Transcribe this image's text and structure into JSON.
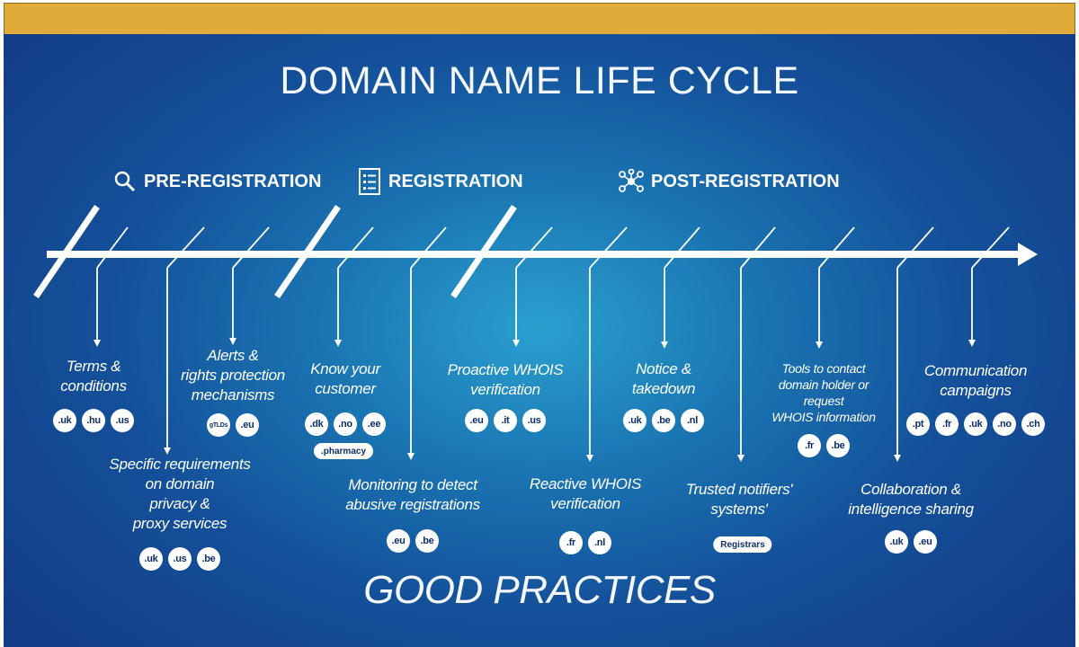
{
  "title": "DOMAIN NAME LIFE CYCLE",
  "footer": "GOOD PRACTICES",
  "phases": [
    {
      "label": "PRE-REGISTRATION",
      "icon": "magnifier-icon"
    },
    {
      "label": "REGISTRATION",
      "icon": "checklist-icon"
    },
    {
      "label": "POST-REGISTRATION",
      "icon": "network-icon"
    }
  ],
  "practices": [
    {
      "lines": [
        "Terms &",
        "conditions"
      ],
      "badges": [
        ".uk",
        ".hu",
        ".us"
      ]
    },
    {
      "lines": [
        "Specific requirements",
        "on domain",
        "privacy &",
        "proxy services"
      ],
      "badges": [
        ".uk",
        ".us",
        ".be"
      ]
    },
    {
      "lines": [
        "Alerts &",
        "rights protection",
        "mechanisms"
      ],
      "badges": [
        "gTLDs",
        ".eu"
      ]
    },
    {
      "lines": [
        "Know your",
        "customer"
      ],
      "badges": [
        ".dk",
        ".no",
        ".ee"
      ],
      "pill": ".pharmacy"
    },
    {
      "lines": [
        "Monitoring to detect",
        "abusive registrations"
      ],
      "badges": [
        ".eu",
        ".be"
      ]
    },
    {
      "lines": [
        "Proactive WHOIS",
        "verification"
      ],
      "badges": [
        ".eu",
        ".it",
        ".us"
      ]
    },
    {
      "lines": [
        "Reactive WHOIS",
        "verification"
      ],
      "badges": [
        ".fr",
        ".nl"
      ]
    },
    {
      "lines": [
        "Notice &",
        "takedown"
      ],
      "badges": [
        ".uk",
        ".be",
        ".nl"
      ]
    },
    {
      "lines": [
        "Trusted notifiers'",
        "systems'"
      ],
      "pill": "Registrars"
    },
    {
      "lines": [
        "Tools to contact",
        "domain holder or",
        "request",
        "WHOIS information"
      ],
      "badges": [
        ".fr",
        ".be"
      ]
    },
    {
      "lines": [
        "Collaboration &",
        "intelligence sharing"
      ],
      "badges": [
        ".uk",
        ".eu"
      ]
    },
    {
      "lines": [
        "Communication",
        "campaigns"
      ],
      "badges": [
        ".pt",
        ".fr",
        ".uk",
        ".no",
        ".ch"
      ]
    }
  ],
  "colors": {
    "top_bar": "#e0ab38",
    "background": "#1a74b2",
    "foreground": "#ffffff",
    "badge_text": "#0d2f66"
  }
}
